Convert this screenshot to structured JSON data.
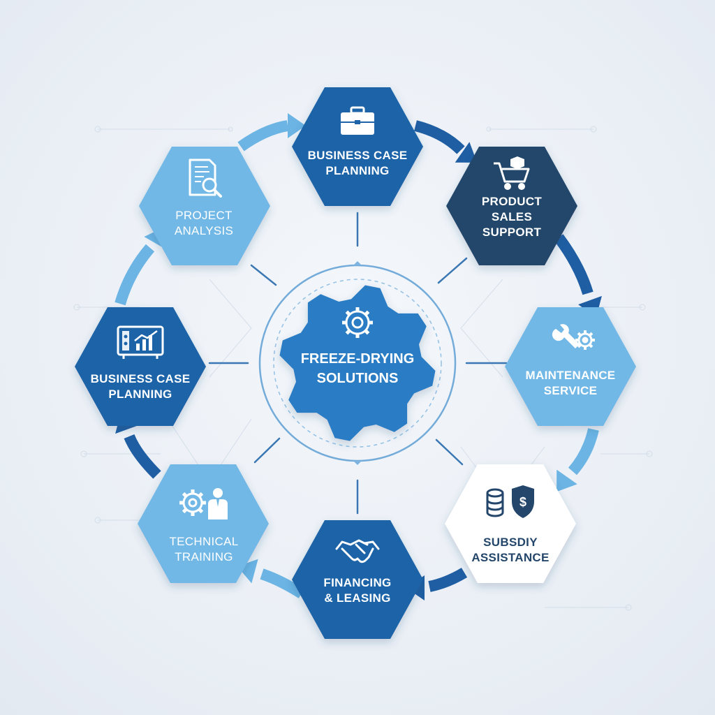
{
  "center": {
    "label": "FREEZE-DRYING\nSOLUTIONS",
    "icon": "gears-icon",
    "color": "#2a7bc4"
  },
  "colors": {
    "dark_navy": "#24466b",
    "dark_blue": "#1f63a8",
    "mid_blue": "#2a7bc4",
    "light_blue": "#72b8e6",
    "white": "#ffffff",
    "arrow_light": "#6bb4e4",
    "arrow_dark": "#1f5ea3"
  },
  "nodes": [
    {
      "id": "top",
      "label": "BUSINESS CASE\nPLANNING",
      "icon": "briefcase-icon"
    },
    {
      "id": "top-right",
      "label": "PRODUCT\nSALES\nSUPPORT",
      "icon": "shopping-cart-icon"
    },
    {
      "id": "right",
      "label": "MAINTENANCE\nSERVICE",
      "icon": "wrench-gear-icon"
    },
    {
      "id": "bottom-right",
      "label": "SUBSDIY\nASSISTANCE",
      "icon": "coins-shield-icon"
    },
    {
      "id": "bottom",
      "label": "FINANCING\n& LEASING",
      "icon": "handshake-icon"
    },
    {
      "id": "bottom-left",
      "label": "TECHNICAL\nTRAINING",
      "icon": "gear-person-icon"
    },
    {
      "id": "left",
      "label": "BUSINESS CASE\nPLANNING",
      "icon": "monitor-chart-icon"
    },
    {
      "id": "top-left",
      "label": "PROJECT\nANALYSIS",
      "icon": "document-search-icon"
    }
  ]
}
